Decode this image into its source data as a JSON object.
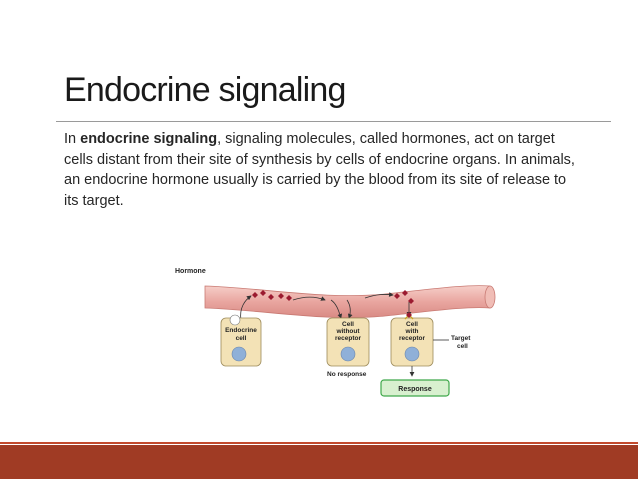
{
  "slide": {
    "title": "Endocrine signaling",
    "body": {
      "prefix": "In ",
      "bold": "endocrine signaling",
      "rest": ", signaling molecules, called hormones, act on target cells distant from their site of synthesis by cells of endocrine organs. In animals, an endocrine hormone usually is carried by the blood from its site of release to its target."
    }
  },
  "diagram": {
    "hormone_label": "Hormone",
    "endocrine_cell": [
      "Endocrine",
      "cell"
    ],
    "cell_without_receptor": [
      "Cell",
      "without",
      "receptor"
    ],
    "cell_with_receptor": [
      "Cell",
      "with",
      "receptor"
    ],
    "target_cell": [
      "Target",
      "cell"
    ],
    "no_response": "No response",
    "response": "Response"
  },
  "colors": {
    "vessel": "#e9a6a0",
    "hormone": "#9b1b30",
    "cell_fill": "#f3e2b6",
    "nucleus": "#8fb0d8",
    "response_fill": "#d8f0cf",
    "response_border": "#3fa84a",
    "footer": "#a03b24"
  }
}
